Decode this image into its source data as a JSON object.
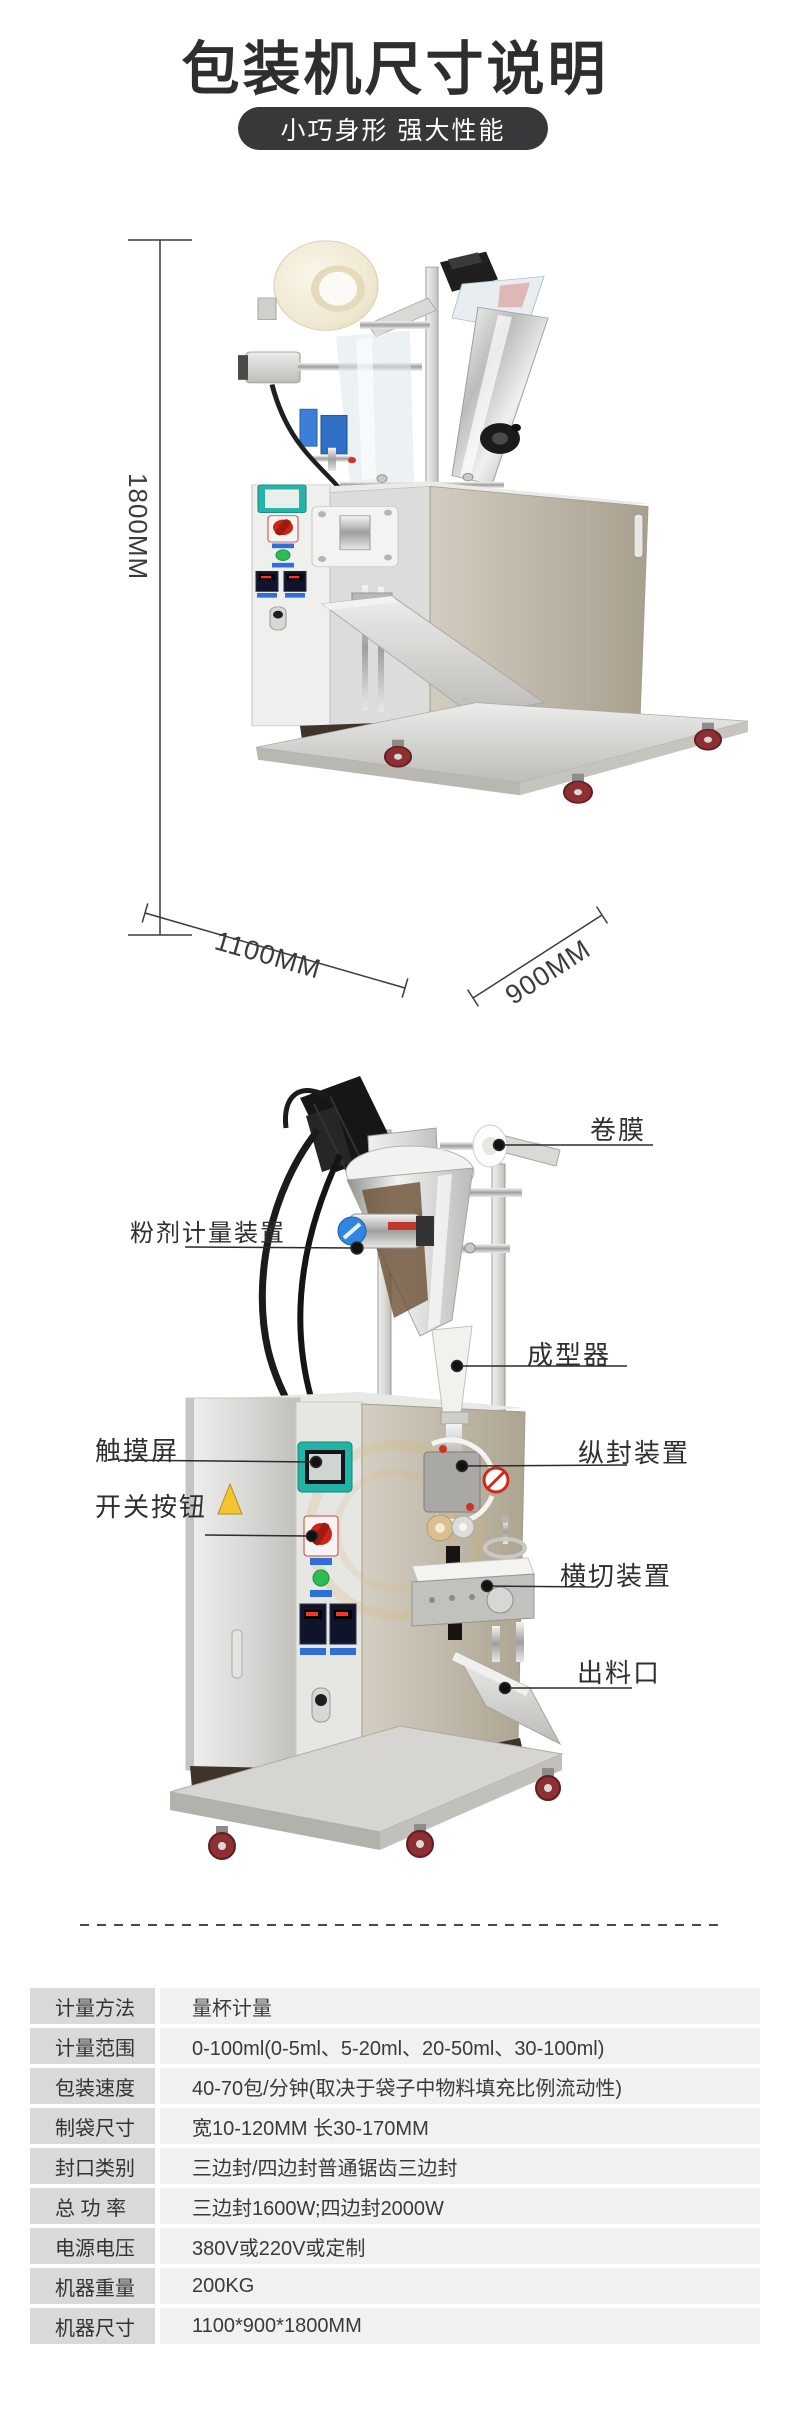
{
  "header": {
    "title": "包装机尺寸说明",
    "badge": "小巧身形 强大性能"
  },
  "dimensions": {
    "height": "1800MM",
    "width": "1100MM",
    "depth": "900MM"
  },
  "machine_labels": {
    "film_roll": "卷膜",
    "powder_metering": "粉剂计量装置",
    "former": "成型器",
    "touch_screen": "触摸屏",
    "switch_button": "开关按钮",
    "vertical_sealing": "纵封装置",
    "cross_cutting": "横切装置",
    "discharge_outlet": "出料口"
  },
  "specs": {
    "rows": [
      {
        "label": "计量方法",
        "value": "量杯计量"
      },
      {
        "label": "计量范围",
        "value": "0-100ml(0-5ml、5-20ml、20-50ml、30-100ml)"
      },
      {
        "label": "包装速度",
        "value": "40-70包/分钟(取决于袋子中物料填充比例流动性)"
      },
      {
        "label": "制袋尺寸",
        "value": "宽10-120MM 长30-170MM"
      },
      {
        "label": "封口类别",
        "value": "三边封/四边封普通锯齿三边封"
      },
      {
        "label": "总 功 率",
        "value": "三边封1600W;四边封2000W"
      },
      {
        "label": "电源电压",
        "value": "380V或220V或定制"
      },
      {
        "label": "机器重量",
        "value": "200KG"
      },
      {
        "label": "机器尺寸",
        "value": "1100*900*1800MM"
      }
    ]
  },
  "colors": {
    "title": "#2e2e30",
    "badge_bg": "#38383a",
    "table_label_bg": "#d9d9d9",
    "table_value_bg": "#f1f1f0",
    "screen_teal": "#25b5a8",
    "switch_red": "#cf2318",
    "button_green": "#2dbd55",
    "caster_red": "#8e2f33"
  }
}
